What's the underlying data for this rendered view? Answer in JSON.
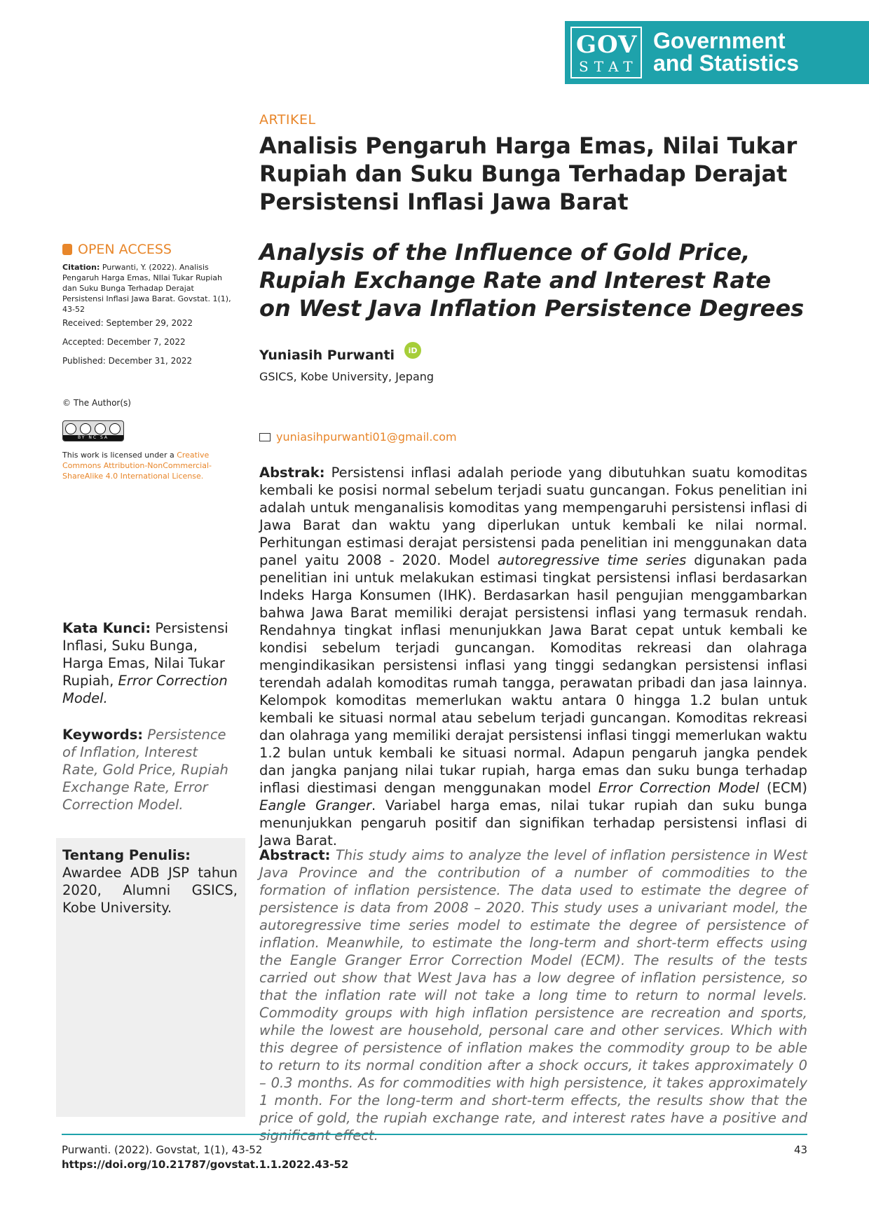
{
  "journal": {
    "logo_top": "GOV",
    "logo_bottom": "STAT",
    "name_line1": "Government",
    "name_line2": "and Statistics"
  },
  "article": {
    "section": "ARTIKEL",
    "title_id": "Analisis Pengaruh Harga Emas, Nilai Tukar Rupiah dan Suku Bunga Terhadap Derajat Persistensi Inflasi Jawa Barat",
    "title_en": "Analysis of the Influence of Gold Price, Rupiah Exchange Rate and Interest Rate on West Java Inflation Persistence Degrees",
    "author": "Yuniasih Purwanti",
    "orcid_label": "iD",
    "affiliation": "GSICS, Kobe University, Jepang",
    "email": "yuniasihpurwanti01@gmail.com"
  },
  "abstrak": {
    "label": "Abstrak:",
    "p1": "Persistensi inflasi adalah periode yang dibutuhkan suatu komoditas kembali ke posisi normal sebelum terjadi suatu guncangan. Fokus penelitian ini adalah untuk menganalisis komoditas yang mempengaruhi persistensi inflasi di Jawa Barat dan waktu yang diperlukan untuk kembali ke nilai normal. Perhitungan estimasi derajat persistensi pada penelitian ini menggunakan data panel yaitu 2008 - 2020. Model ",
    "i1": "autoregressive time series",
    "p2": " digunakan pada penelitian ini untuk melakukan estimasi tingkat persistensi inflasi berdasarkan Indeks Harga Konsumen (IHK). Berdasarkan hasil pengujian menggambarkan bahwa Jawa Barat memiliki derajat persistensi inflasi yang termasuk rendah. Rendahnya tingkat inflasi menunjukkan Jawa Barat cepat untuk kembali ke kondisi sebelum terjadi guncangan. Komoditas rekreasi dan olahraga mengindikasikan persistensi inflasi yang tinggi sedangkan persistensi inflasi terendah adalah komoditas rumah tangga, perawatan pribadi dan jasa lainnya. Kelompok komoditas memerlukan waktu antara 0 hingga 1.2 bulan untuk kembali ke situasi normal atau sebelum terjadi guncangan. Komoditas rekreasi dan olahraga yang memiliki derajat persistensi inflasi tinggi memerlukan waktu 1.2 bulan untuk kembali ke situasi normal. Adapun pengaruh jangka pendek dan jangka panjang nilai tukar rupiah, harga emas dan suku bunga terhadap inflasi diestimasi dengan menggunakan model ",
    "i2": "Error Correction Model",
    "p3": " (ECM) ",
    "i3": "Eangle Granger",
    "p4": ". Variabel harga emas, nilai tukar rupiah dan suku bunga menunjukkan pengaruh positif dan signifikan terhadap persistensi inflasi di Jawa Barat."
  },
  "abstract": {
    "label": "Abstract:",
    "text": "This study aims to analyze the level of inflation persistence in West Java Province and the contribution of a number of commodities to the formation of inflation persistence. The data used to estimate the degree of persistence is data from 2008 – 2020. This study uses a univariant model, the autoregressive time series model to estimate the degree of persistence of inflation. Meanwhile, to estimate the long-term and short-term effects using the Eangle Granger Error Correction Model (ECM). The results of the tests carried out show that West Java has a low degree of inflation persistence, so that the inflation rate will not take a long time to return to normal levels. Commodity groups with high inflation persistence are recreation and sports, while the lowest are household, personal care and other services. Which with this degree of persistence of inflation makes the commodity group to be able to return to its normal condition after a shock occurs, it takes approximately 0 – 0.3 months. As for commodities with high persistence, it takes approximately 1 month. For the long-term and short-term effects, the results show that the price of gold, the rupiah exchange rate, and interest rates have a positive and significant effect."
  },
  "sidebar": {
    "open_access": "OPEN ACCESS",
    "citation_label": "Citation:",
    "citation_text": " Purwanti, Y. (2022). Analisis Pengaruh Harga Emas, NIlai Tukar Rupiah dan Suku Bunga Terhadap Derajat Persistensi Inflasi Jawa Barat. Govstat. 1(1), 43-52",
    "received": "Received: September 29, 2022",
    "accepted": "Accepted: December 7, 2022",
    "published": "Published: December 31, 2022",
    "copyright": "© The Author(s)",
    "badge_strip": "BY NC SA",
    "license_prefix": "This work is licensed under a ",
    "license_link": "Creative Commons Attribution-NonCommercial-ShareAlike 4.0 International License.",
    "kata_label": "Kata Kunci:",
    "kata_text": " Persistensi Inflasi, Suku Bunga, Harga Emas, Nilai Tukar Rupiah,",
    "kata_italic": "Error Correction Model.",
    "keywords_label": "Keywords:",
    "keywords_text": "  Persistence of Inflation, Interest Rate, Gold Price, Rupiah Exchange Rate, Error Correction Model.",
    "tentang_label": "Tentang Penulis:",
    "tentang_text": "Awardee ADB JSP tahun 2020, Alumni GSICS, Kobe University."
  },
  "footer": {
    "citation": "Purwanti. (2022). Govstat, 1(1), 43-52",
    "doi": "https://doi.org/10.21787/govstat.1.1.2022.43-52",
    "page": "43"
  },
  "colors": {
    "accent": "#e8862a",
    "teal": "#1ea2ab"
  }
}
